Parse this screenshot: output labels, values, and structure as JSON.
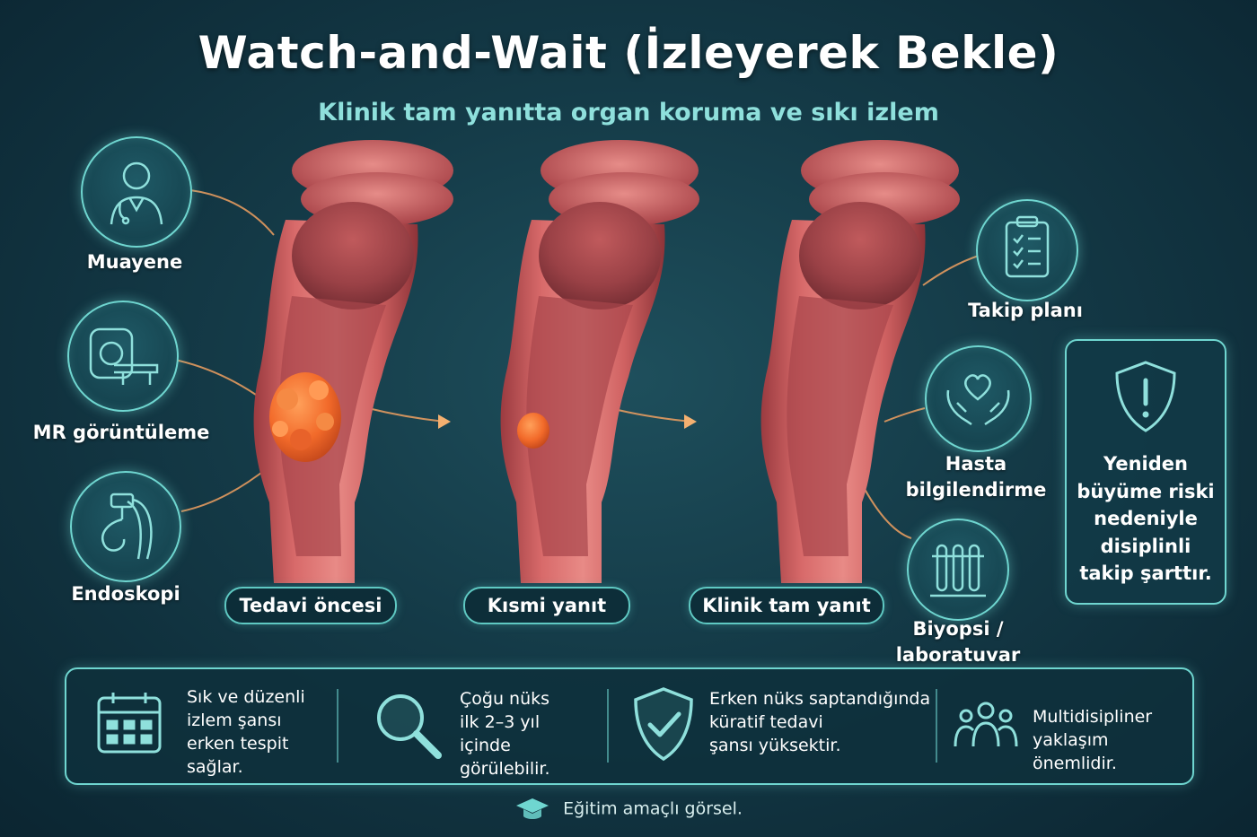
{
  "header": {
    "title": "Watch-and-Wait (İzleyerek Bekle)",
    "subtitle": "Klinik tam yanıtta organ koruma ve sıkı izlem"
  },
  "left_tools": [
    {
      "label": "Muayene",
      "icon": "doctor-icon"
    },
    {
      "label": "MR görüntüleme",
      "icon": "mri-scanner-icon"
    },
    {
      "label": "Endoskopi",
      "icon": "endoscope-icon"
    }
  ],
  "stages": [
    {
      "label": "Tedavi öncesi"
    },
    {
      "label": "Kısmi yanıt"
    },
    {
      "label": "Klinik tam yanıt"
    }
  ],
  "right_tools": [
    {
      "label": "Takip planı",
      "icon": "clipboard-checklist-icon"
    },
    {
      "label": "Hasta bilgilendirme",
      "line1": "Hasta",
      "line2": "bilgilendirme",
      "icon": "heart-hands-icon"
    },
    {
      "label": "Biyopsi / laboratuvar",
      "line1": "Biyopsi /",
      "line2": "laboratuvar",
      "icon": "test-tubes-icon"
    }
  ],
  "warning": {
    "icon": "shield-exclamation-icon",
    "lines": [
      "Yeniden",
      "büyüme riski",
      "nedeniyle",
      "disiplinli",
      "takip şarttır."
    ]
  },
  "info_cells": [
    {
      "icon": "calendar-icon",
      "lines": [
        "Sık ve düzenli",
        "izlem şansı",
        "erken tespit",
        "sağlar."
      ]
    },
    {
      "icon": "magnifier-icon",
      "lines": [
        "Çoğu nüks",
        "ilk 2–3 yıl",
        "içinde",
        "görülebilir."
      ]
    },
    {
      "icon": "shield-check-icon",
      "lines": [
        "Erken nüks saptandığında",
        "küratif tedavi",
        "şansı yüksektir."
      ]
    },
    {
      "icon": "team-icon",
      "lines": [
        "Multidisipliner",
        "yaklaşım önemlidir."
      ]
    }
  ],
  "footer": {
    "text": "Eğitim amaçlı görsel.",
    "icon": "graduation-cap-icon"
  },
  "colors": {
    "accent": "#6fd6d0",
    "subtitle": "#8fe0dc",
    "tissue": "#c9575a",
    "tumor": "#f26a2a",
    "glow": "#f0a060"
  }
}
